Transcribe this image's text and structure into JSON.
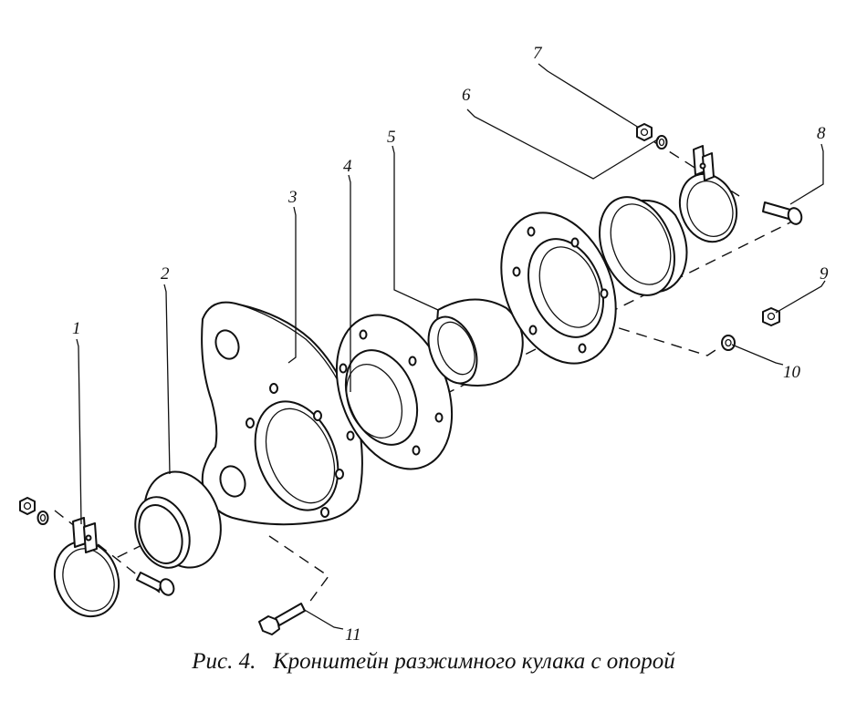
{
  "figure": {
    "caption_prefix": "Рис. 4.",
    "caption_title": "Кронштейн разжимного кулака с опорой"
  },
  "callouts": [
    {
      "id": "c1",
      "label": "1"
    },
    {
      "id": "c2",
      "label": "2"
    },
    {
      "id": "c3",
      "label": "3"
    },
    {
      "id": "c4",
      "label": "4"
    },
    {
      "id": "c5",
      "label": "5"
    },
    {
      "id": "c6",
      "label": "6"
    },
    {
      "id": "c7",
      "label": "7"
    },
    {
      "id": "c8",
      "label": "8"
    },
    {
      "id": "c9",
      "label": "9"
    },
    {
      "id": "c10",
      "label": "10"
    },
    {
      "id": "c11",
      "label": "11"
    }
  ]
}
